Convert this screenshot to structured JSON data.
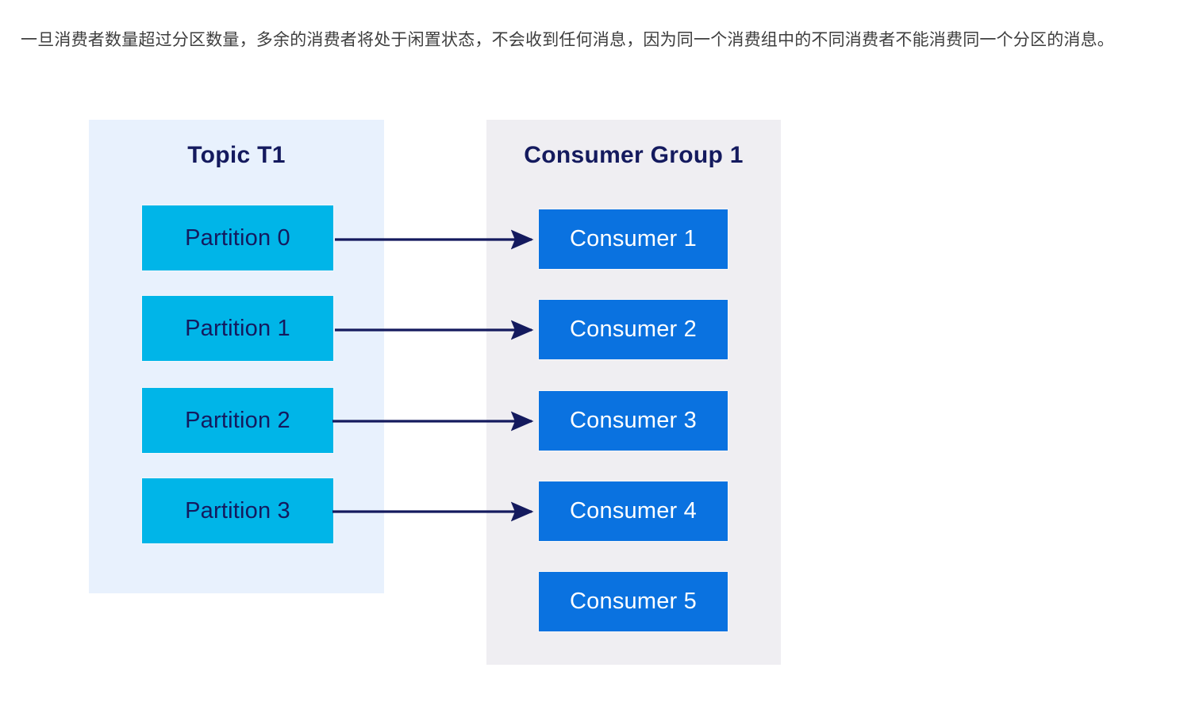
{
  "paragraph": {
    "text": "一旦消费者数量超过分区数量，多余的消费者将处于闲置状态，不会收到任何消息，因为同一个消费组中的不同消费者不能消费同一个分区的消息。"
  },
  "diagram": {
    "type": "flow-diagram",
    "topic_panel": {
      "title": "Topic T1",
      "background_color": "#e8f1fd",
      "title_color": "#141a5e",
      "partitions": [
        {
          "label": "Partition 0"
        },
        {
          "label": "Partition 1"
        },
        {
          "label": "Partition 2"
        },
        {
          "label": "Partition 3"
        }
      ],
      "partition_fill": "#00b5e8",
      "partition_text_color": "#141a5e"
    },
    "group_panel": {
      "title": "Consumer Group 1",
      "background_color": "#efeef2",
      "title_color": "#141a5e",
      "consumers": [
        {
          "label": "Consumer 1"
        },
        {
          "label": "Consumer 2"
        },
        {
          "label": "Consumer 3"
        },
        {
          "label": "Consumer 4"
        },
        {
          "label": "Consumer 5"
        }
      ],
      "consumer_fill": "#0a72e0",
      "consumer_text_color": "#ffffff"
    },
    "connections": [
      {
        "from": "Partition 0",
        "to": "Consumer 1"
      },
      {
        "from": "Partition 1",
        "to": "Consumer 2"
      },
      {
        "from": "Partition 2",
        "to": "Consumer 3"
      },
      {
        "from": "Partition 3",
        "to": "Consumer 4"
      }
    ],
    "arrow_color": "#141a5e",
    "unassigned": [
      "Consumer 5"
    ]
  }
}
